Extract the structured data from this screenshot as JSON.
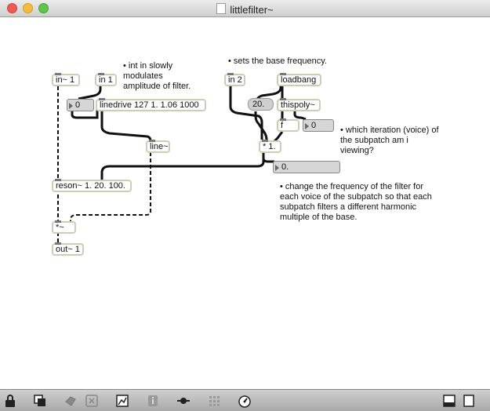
{
  "window": {
    "title": "littlefilter~"
  },
  "objects": {
    "in_tilde_1": "in~ 1",
    "in_1": "in 1",
    "linedrive": "linedrive 127 1. 1.06 1000",
    "line_tilde": "line~",
    "reson": "reson~ 1. 20. 100.",
    "mult_tilde": "*~",
    "out_tilde_1": "out~ 1",
    "in_2": "in 2",
    "loadbang": "loadbang",
    "thispoly": "thispoly~",
    "f": "f",
    "mult_1": "* 1."
  },
  "numbers": {
    "linedrive_input": "0",
    "voice_number": "0",
    "result_float": "0."
  },
  "messages": {
    "base_freq": "20."
  },
  "comments": {
    "int_slowly": [
      "• int in slowly",
      "modulates",
      "amplitude of filter."
    ],
    "base_frequency": "• sets the base frequency.",
    "which_iteration": [
      "• which iteration (voice) of",
      "the subpatch am i",
      "viewing?"
    ],
    "change_frequency": [
      "• change the frequency of the filter for",
      "each voice of the subpatch so that each",
      "subpatch filters a different harmonic",
      "multiple of the base."
    ]
  },
  "toolbar": {
    "items": [
      "lock-icon",
      "presentation-icon",
      "hand-icon",
      "close-x-icon",
      "debug-icon",
      "info-icon",
      "slider-icon",
      "grid-icon",
      "tempo-icon",
      "patcher-view-icon",
      "presentation-view-icon"
    ]
  },
  "colors": {
    "object_border": "#c8cfb6",
    "number_bg": "#d6d6d6",
    "wire": "#111111"
  }
}
